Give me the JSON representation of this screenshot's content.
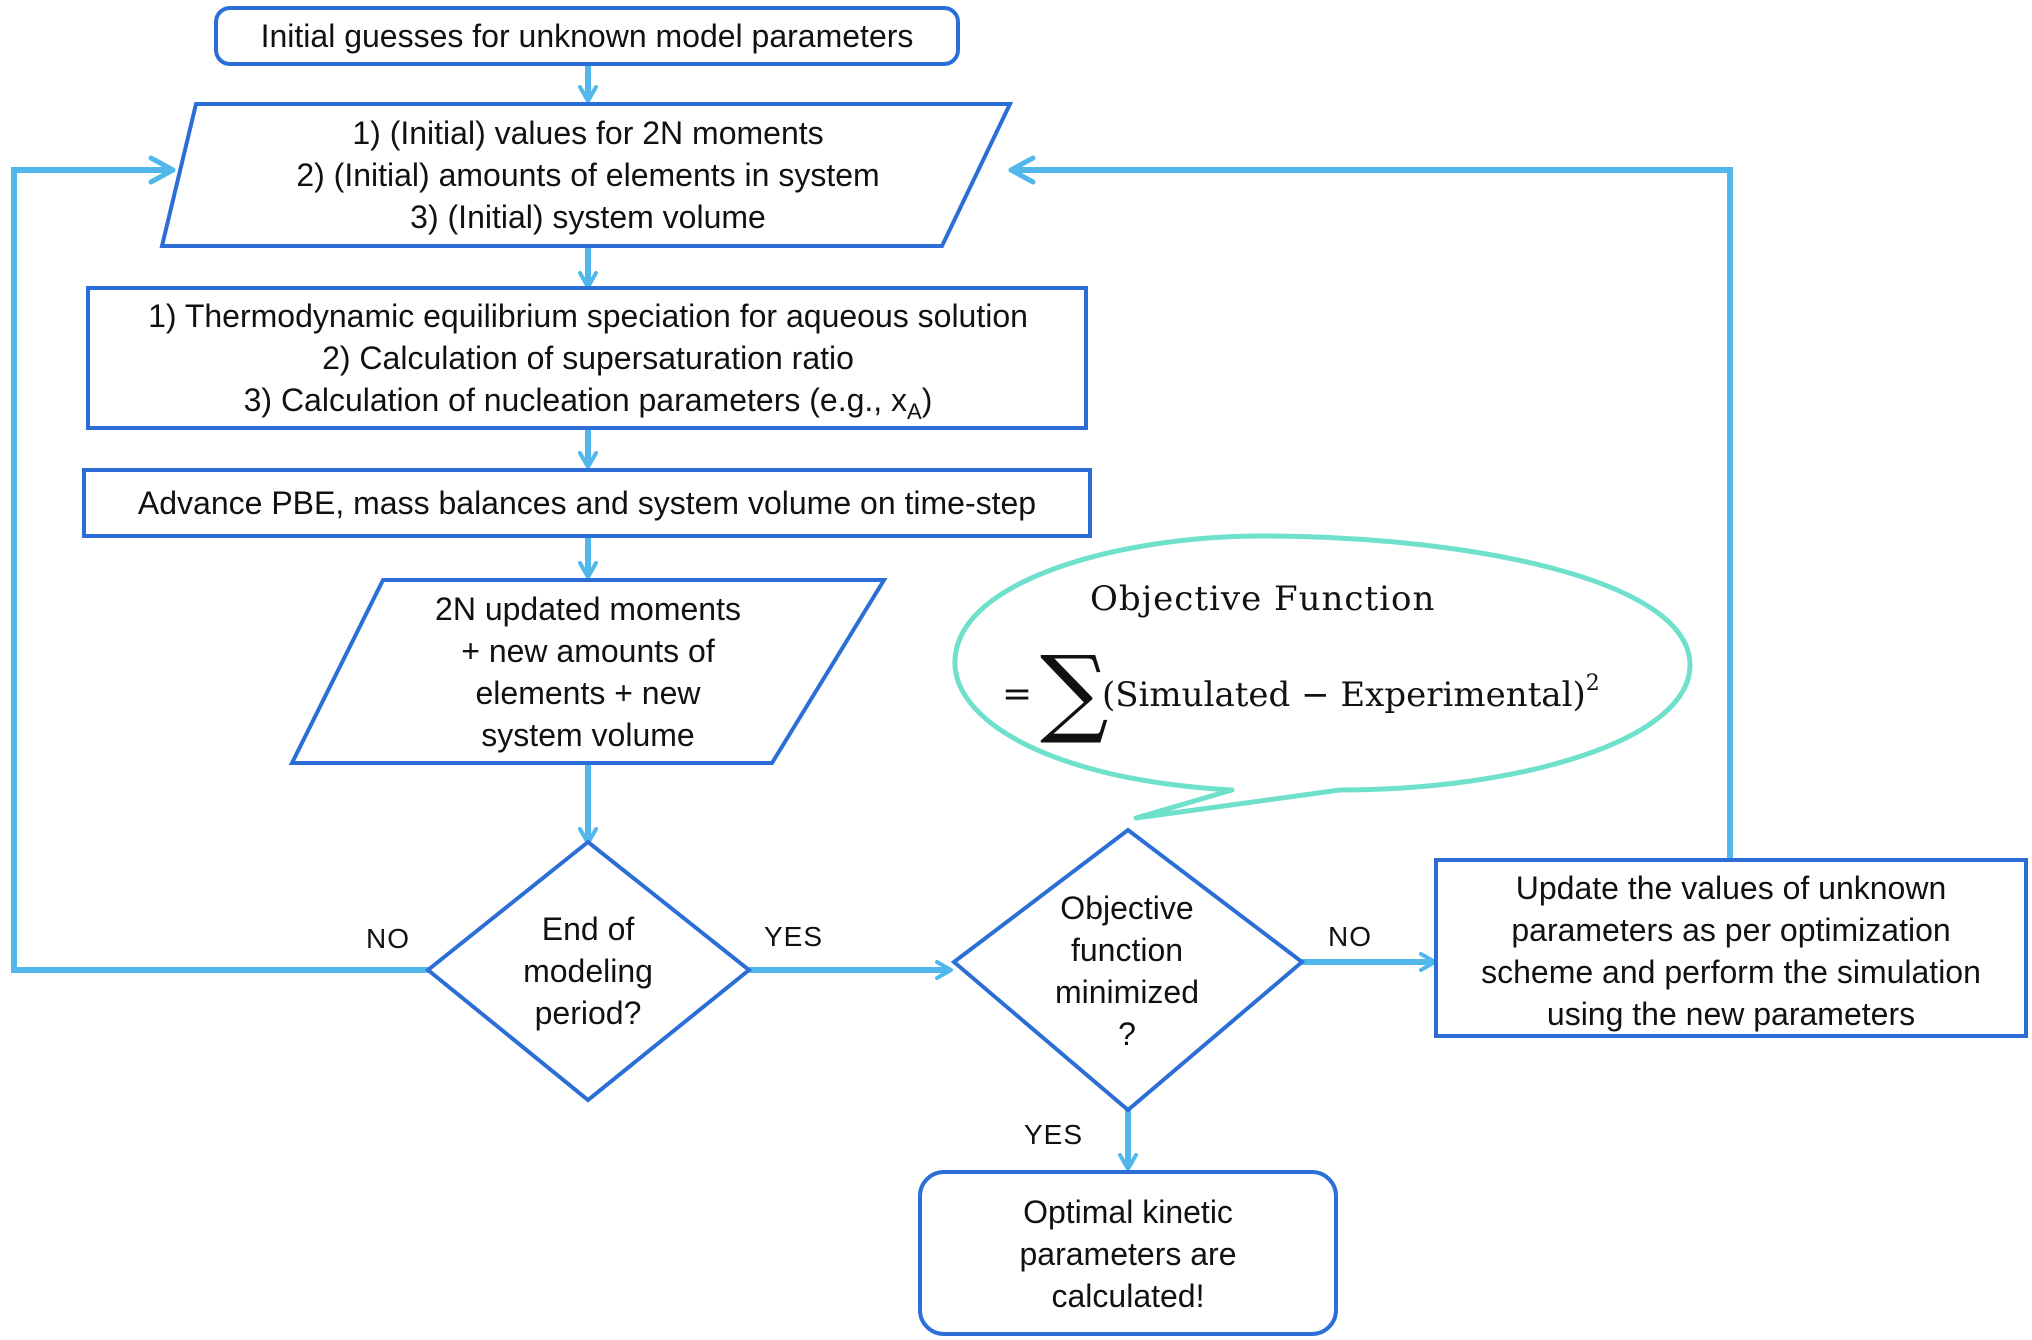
{
  "colors": {
    "node_border": "#2b6fd6",
    "arrow": "#52b8ec",
    "bubble_border": "#6fe0cc",
    "text": "#111111"
  },
  "nodes": {
    "initial_guesses": {
      "lines": [
        "Initial guesses for unknown model parameters"
      ]
    },
    "initial_values": {
      "lines": [
        "1) (Initial) values for 2N moments",
        "2) (Initial) amounts of elements in system",
        "3) (Initial) system volume"
      ]
    },
    "thermo": {
      "lines": [
        "1)  Thermodynamic equilibrium speciation for aqueous solution",
        "2)  Calculation of supersaturation ratio"
      ],
      "line3_main": "3)  Calculation of nucleation parameters (e.g., x",
      "line3_sub": "A",
      "line3_end": ")"
    },
    "advance": {
      "lines": [
        "Advance PBE, mass balances and system volume on time-step"
      ]
    },
    "updated": {
      "lines": [
        "2N updated moments",
        "+ new amounts of",
        "elements + new",
        "system volume"
      ]
    },
    "end_decision": {
      "lines": [
        "End of",
        "modeling",
        "period?"
      ]
    },
    "objective_decision": {
      "lines": [
        "Objective",
        "function",
        "minimized",
        "?"
      ]
    },
    "update_params": {
      "lines": [
        "Update the values of unknown",
        "parameters as per optimization",
        "scheme and perform the simulation",
        "using the new parameters"
      ]
    },
    "optimal": {
      "lines": [
        "Optimal kinetic",
        "parameters are",
        "calculated!"
      ]
    }
  },
  "edge_labels": {
    "end_no": "NO",
    "end_yes": "YES",
    "obj_no": "NO",
    "obj_yes": "YES"
  },
  "callout": {
    "title": "Objective Function",
    "equals": "=",
    "sigma": "∑",
    "expression": "(Simulated − Experimental)",
    "exponent": "2"
  }
}
